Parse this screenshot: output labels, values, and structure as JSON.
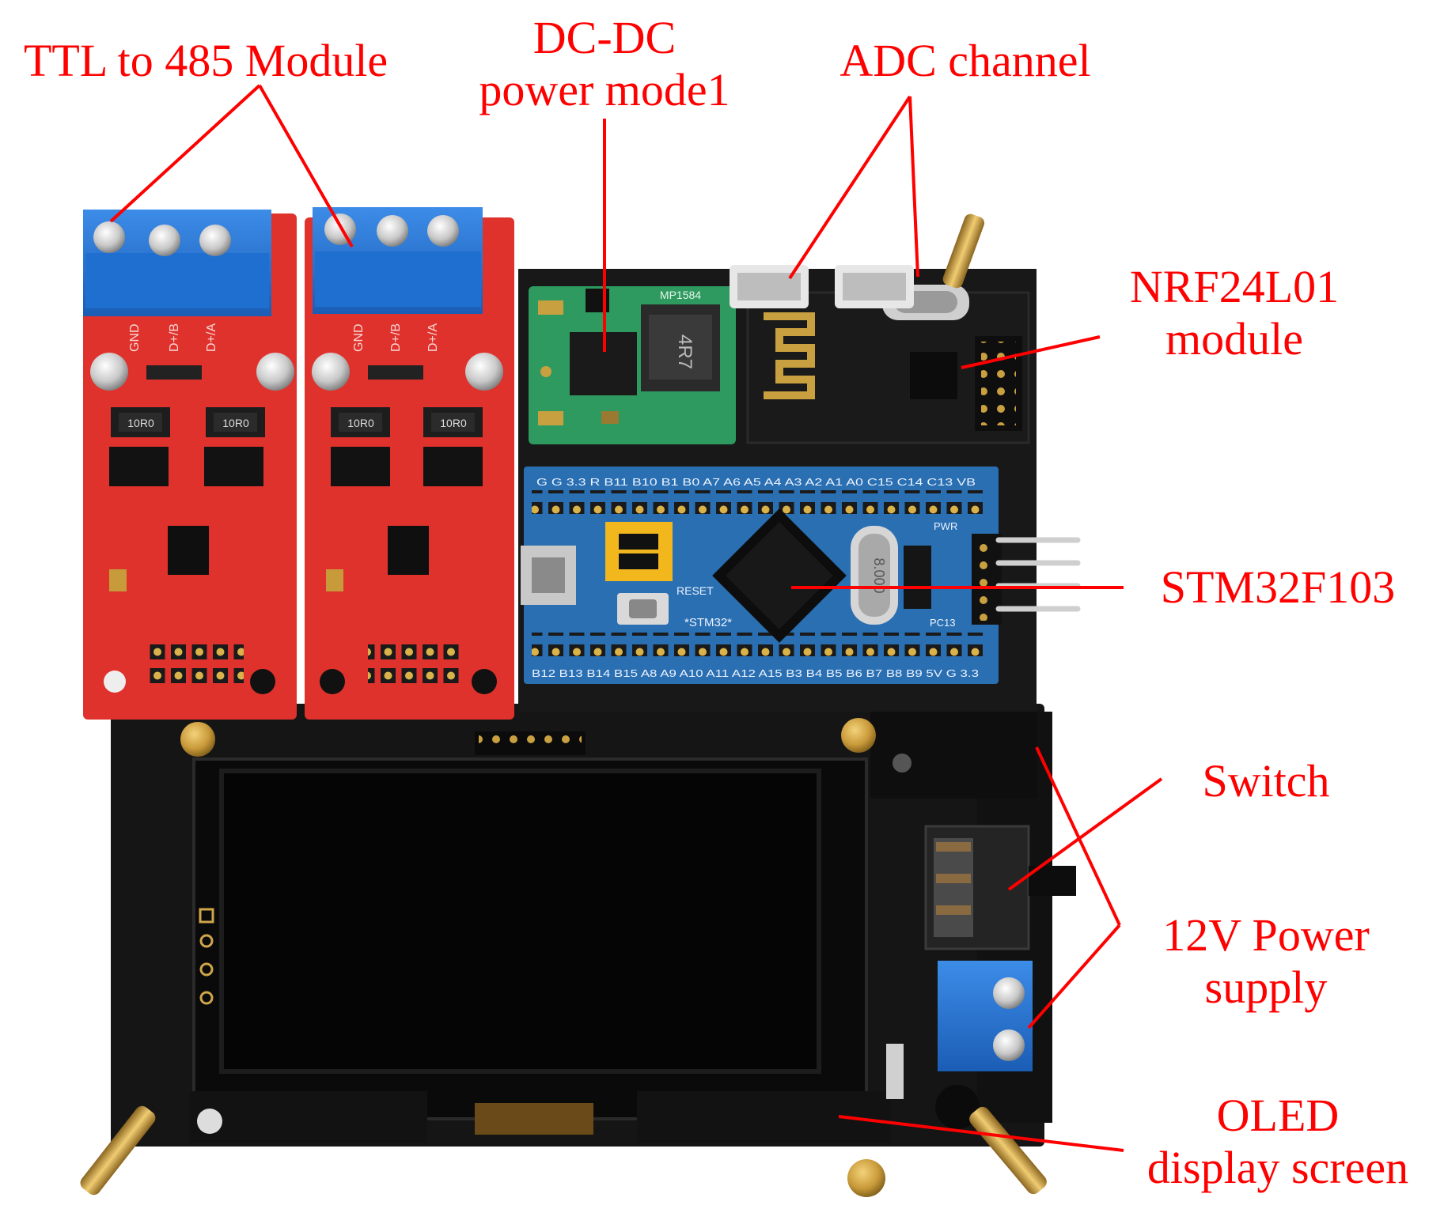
{
  "colors": {
    "annotation": "#ff0000",
    "pcb_black": "#151515",
    "module_red": "#e0322c",
    "terminal_blue": "#1f6fd0",
    "stm_blue": "#2a6fb2",
    "dcdc_green": "#2e9a5f",
    "brass": "#c99a3a"
  },
  "annotations": {
    "ttl485": "TTL to 485 Module",
    "dcdc_line1": "DC-DC",
    "dcdc_line2": "power mode1",
    "adc": "ADC channel",
    "nrf_line1": "NRF24L01",
    "nrf_line2": "module",
    "stm32": "STM32F103",
    "switch": "Switch",
    "power_line1": "12V Power",
    "power_line2": "supply",
    "oled_line1": "OLED",
    "oled_line2": "display screen"
  },
  "board_markings": {
    "ttl_left_pins": [
      "GND",
      "D+/B",
      "D+/A"
    ],
    "ttl_right_pins": [
      "GND",
      "D+/B",
      "D+/A"
    ],
    "resistor_code": "10R0",
    "dcdc_chip": "MP1584",
    "inductor": "4R7",
    "stm_top_pins": "G G 3.3 R B11 B10 B1 B0 A7 A6 A5 A4 A3 A2 A1 A0 C15 C14 C13 VB",
    "stm_bottom_pins": "B12 B13 B14 B15 A8 A9 A10 A11 A12 A15 B3 B4 B5 B6 B7 B8 B9 5V G 3.3",
    "stm_silk": "*STM32*",
    "stm_reset": "RESET",
    "stm_pwr": "PWR",
    "stm_pc13": "PC13",
    "crystal": "8.000"
  }
}
